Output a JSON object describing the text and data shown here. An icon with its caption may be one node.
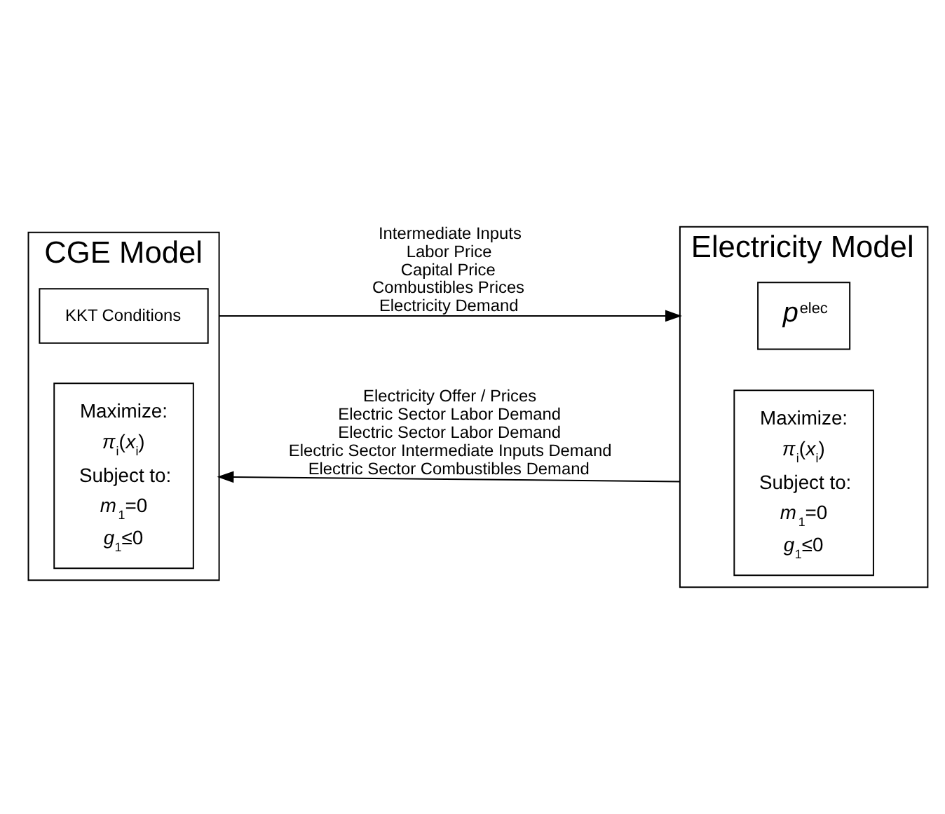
{
  "diagram": {
    "nodes": [
      {
        "text": [
          "CGE Model"
        ]
      },
      {
        "text": [
          "KKT Conditions"
        ],
        "in": 0
      },
      {
        "text": [
          "Maximize:",
          "*π*$_{i}$(*x*$_{i}$)",
          "Subject to:",
          "*m*$_{1}$=0",
          "*g*$_{1}$≤0"
        ],
        "in": 0
      },
      {
        "text": [
          "Electricity Model"
        ]
      },
      {
        "text": [
          "*p*$^{elec}$"
        ],
        "in": 3
      },
      {
        "text": [
          "Maximize:",
          "*π*$_{i}$(*x*$_{i}$)",
          "Subject to:",
          "*m*$_{1}$=0",
          "*g*$_{1}$≤0"
        ],
        "in": 3
      }
    ],
    "edges": [
      {
        "from": 0,
        "to": 3,
        "arrow": "to",
        "label": [
          "Intermediate Inputs",
          "Labor Price",
          "Capital Price",
          "Combustibles Prices",
          "Electricity Demand"
        ]
      },
      {
        "from": 3,
        "to": 0,
        "arrow": "to",
        "label": [
          "Electricity Offer / Prices",
          "Electric Sector Labor Demand",
          "Electric Sector Labor Demand",
          "Electric Sector Intermediate Inputs Demand",
          "Electric Sector Combustibles Demand"
        ]
      }
    ]
  }
}
